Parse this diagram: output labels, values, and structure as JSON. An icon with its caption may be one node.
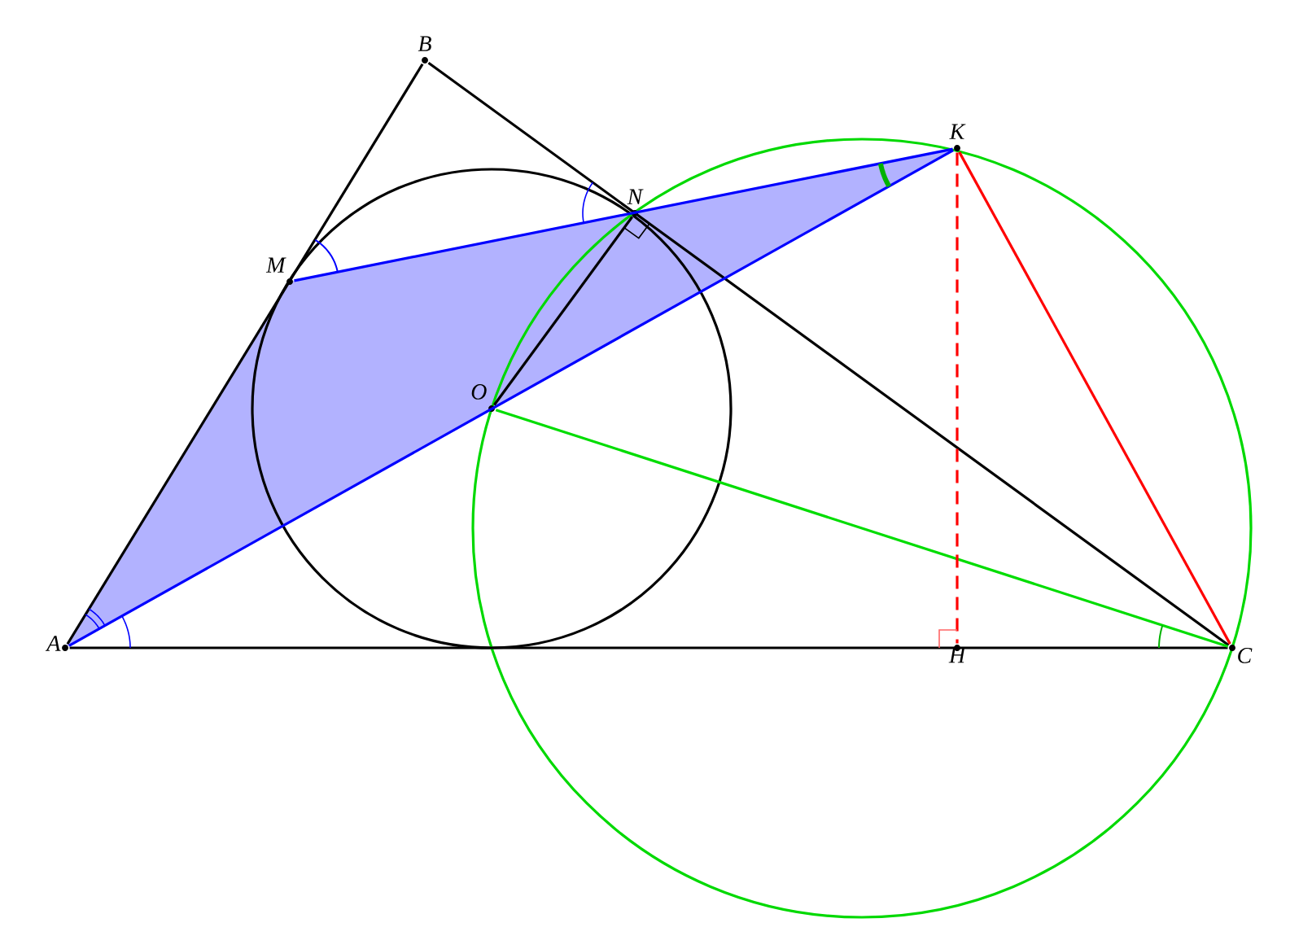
{
  "diagram": {
    "nodes": [
      {
        "text": [
          "B"
        ]
      },
      {
        "text": [
          "K"
        ]
      },
      {
        "text": [
          "N"
        ]
      },
      {
        "text": [
          "M"
        ]
      },
      {
        "text": [
          "O"
        ]
      },
      {
        "text": [
          "A"
        ]
      },
      {
        "text": [
          "H"
        ]
      },
      {
        "text": [
          "C"
        ]
      }
    ],
    "edges": [
      {
        "from": 5,
        "to": 0,
        "arrow": "none"
      },
      {
        "from": 0,
        "to": 7,
        "arrow": "none"
      },
      {
        "from": 5,
        "to": 7,
        "arrow": "none"
      },
      {
        "from": 5,
        "to": 1,
        "arrow": "none",
        "color": "#0000ff"
      },
      {
        "from": 3,
        "to": 1,
        "arrow": "none",
        "color": "#0000ff"
      },
      {
        "from": 4,
        "to": 2,
        "arrow": "none"
      },
      {
        "from": 4,
        "to": 7,
        "arrow": "none",
        "color": "#00dd00"
      },
      {
        "from": 1,
        "to": 7,
        "arrow": "none",
        "color": "#ff0000"
      },
      {
        "from": 1,
        "to": 6,
        "arrow": "none",
        "style": "dashed",
        "color": "#ff0000"
      }
    ]
  }
}
